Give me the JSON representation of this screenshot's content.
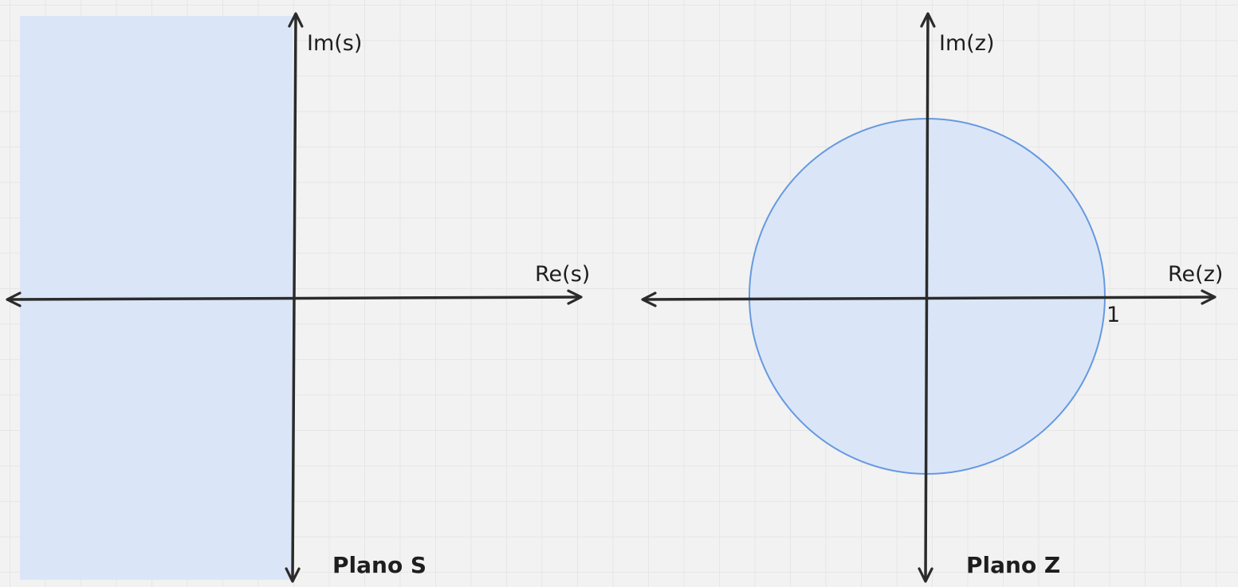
{
  "s_plane": {
    "title": "Plano S",
    "real_axis_label": "Re(s)",
    "imag_axis_label": "Im(s)"
  },
  "z_plane": {
    "title": "Plano Z",
    "real_axis_label": "Re(z)",
    "imag_axis_label": "Im(z)",
    "unit_marker_label": "1"
  },
  "colors": {
    "region_fill": "#dae6f7",
    "circle_stroke": "#6699e0",
    "axis": "#2b2b2b"
  }
}
